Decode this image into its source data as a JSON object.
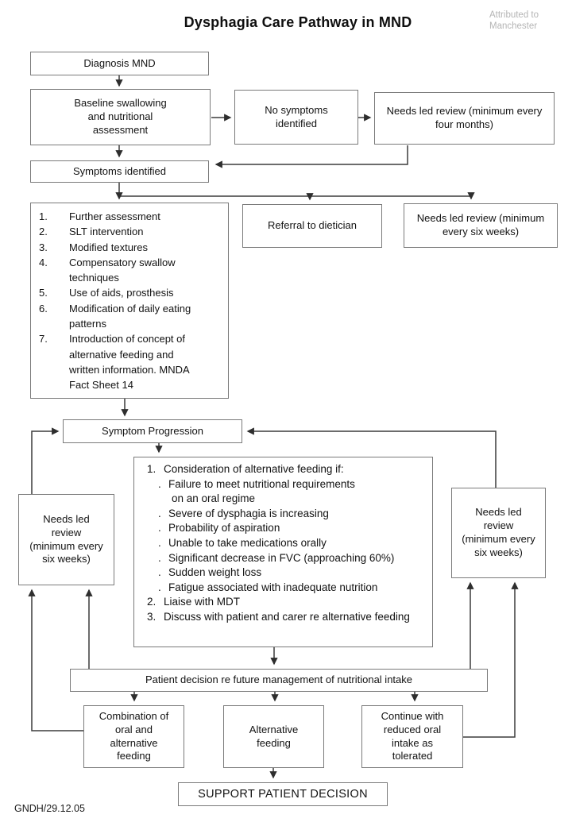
{
  "header": {
    "title": "Dysphagia Care Pathway in MND",
    "attribution_line1": "Attributed to",
    "attribution_line2": "Manchester"
  },
  "footer": {
    "reference": "GNDH/29.12.05"
  },
  "colors": {
    "box_border": "#7a7a7a",
    "connector_line": "#3b3b3b",
    "text": "#121212",
    "attribution_text": "#b5b5b5",
    "background": "#ffffff"
  },
  "nodes": {
    "diagnosis": {
      "label": "Diagnosis MND"
    },
    "baseline": {
      "label": "Baseline swallowing and  nutritional assessment"
    },
    "no_symptoms": {
      "label": "No symptoms identified"
    },
    "review_four_months": {
      "label": "Needs led review (minimum every four months)"
    },
    "symptoms_identified": {
      "label": "Symptoms identified"
    },
    "interventions": {
      "items": [
        {
          "n": "1.",
          "text": "Further assessment"
        },
        {
          "n": "2.",
          "text": "SLT intervention"
        },
        {
          "n": "3.",
          "text": "Modified textures"
        },
        {
          "n": "4.",
          "text": "Compensatory swallow techniques"
        },
        {
          "n": "5.",
          "text": "Use of aids, prosthesis"
        },
        {
          "n": "6.",
          "text": "Modification of daily eating patterns"
        },
        {
          "n": "7.",
          "text": "Introduction of concept of alternative feeding and written information. MNDA Fact Sheet 14"
        }
      ]
    },
    "referral_dietician": {
      "label": "Referral to dietician"
    },
    "review_six_weeks_top": {
      "label": "Needs led review (minimum every six weeks)"
    },
    "symptom_progression": {
      "label": "Symptom Progression"
    },
    "review_six_weeks_left": {
      "label": "Needs led review (minimum every six weeks)"
    },
    "review_six_weeks_right": {
      "label": "Needs led review (minimum every six weeks)"
    },
    "considerations": {
      "rows": [
        {
          "m": "1.",
          "t": "Consideration of alternative feeding if:"
        },
        {
          "m": ".",
          "t": "Failure to meet nutritional requirements"
        },
        {
          "m": "",
          "t": "on an oral regime"
        },
        {
          "m": ".",
          "t": "Severe of dysphagia is increasing"
        },
        {
          "m": ".",
          "t": "Probability of aspiration"
        },
        {
          "m": ".",
          "t": "Unable to take medications orally"
        },
        {
          "m": ".",
          "t": "Significant decrease in FVC (approaching 60%)"
        },
        {
          "m": ".",
          "t": "Sudden weight loss"
        },
        {
          "m": ".",
          "t": "Fatigue associated with inadequate nutrition"
        },
        {
          "m": "2.",
          "t": "Liaise with MDT"
        },
        {
          "m": "3.",
          "t": "Discuss with patient and carer re alternative feeding"
        }
      ]
    },
    "patient_decision": {
      "label": "Patient decision re future management of nutritional intake"
    },
    "combination_feeding": {
      "label": "Combination of oral and alternative feeding"
    },
    "alternative_feeding": {
      "label": "Alternative feeding"
    },
    "continue_reduced": {
      "label": "Continue with reduced oral intake as tolerated"
    },
    "support_decision": {
      "label": "SUPPORT PATIENT DECISION"
    }
  }
}
